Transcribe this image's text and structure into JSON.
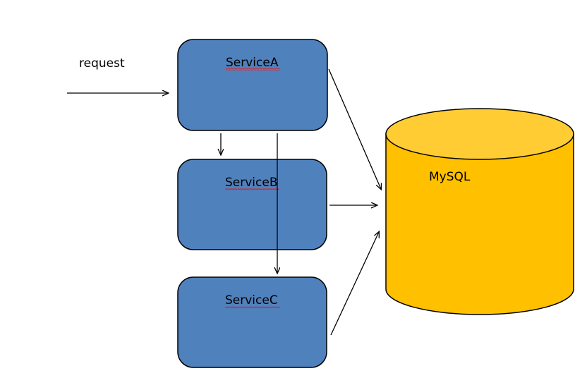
{
  "diagram": {
    "request_label": "request",
    "services": [
      {
        "name": "ServiceA"
      },
      {
        "name": "ServiceB"
      },
      {
        "name": "ServiceC"
      }
    ],
    "database": {
      "name": "MySQL"
    },
    "colors": {
      "service_fill": "#4f81bd",
      "db_body": "#ffc000",
      "db_top": "#ffcc33",
      "spellcheck": "#e02020"
    }
  }
}
